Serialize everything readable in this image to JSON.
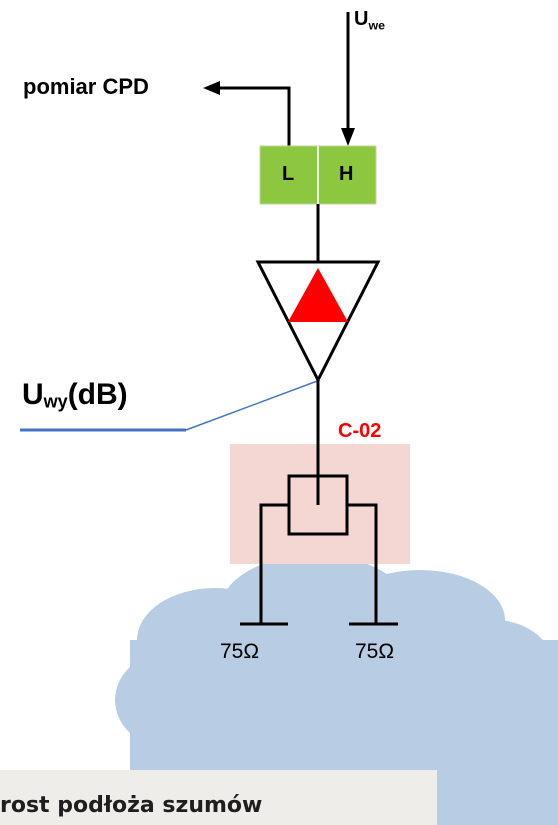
{
  "diagram": {
    "input_label": {
      "main": "U",
      "sub": "we"
    },
    "measure_label": "pomiar CPD",
    "port_low": "L",
    "port_high": "H",
    "output_label": {
      "main": "U",
      "sub": "wy",
      "suffix": "(dB)"
    },
    "splitter_label": "C-02",
    "termination_left": "75Ω",
    "termination_right": "75Ω",
    "caption": "rost podłoża szumów"
  },
  "colors": {
    "port_fill": "#8dc63f",
    "amplifier_arrow": "#ff0000",
    "splitter_box": "#f4d7d3",
    "splitter_label": "#ff0000",
    "cloud": "#b8cce4",
    "output_line": "#4472c4"
  }
}
